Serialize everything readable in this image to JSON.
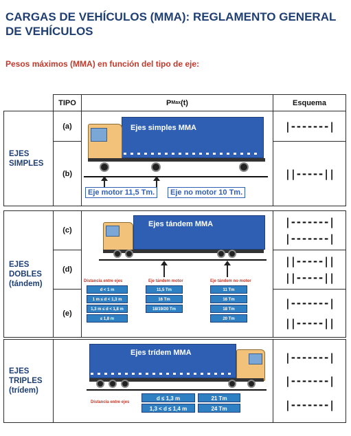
{
  "title": "CARGAS DE VEHÍCULOS (MMA): REGLAMENTO GENERAL DE VEHÍCULOS",
  "subtitle": "Pesos máximos (MMA) en función del tipo de eje:",
  "table": {
    "headers": {
      "tipo": "TIPO",
      "pmax_main": "P",
      "pmax_sub": "Max",
      "pmax_unit": " (t)",
      "esquema": "Esquema"
    },
    "groups": [
      {
        "label": "EJES\nSIMPLES",
        "types": [
          "(a)",
          "(b)"
        ],
        "schemes": [
          [
            "|-------|"
          ],
          [
            "||-----||"
          ]
        ]
      },
      {
        "label": "EJES\nDOBLES\n(tándem)",
        "types": [
          "(c)",
          "(d)",
          "(e)"
        ],
        "schemes": [
          [
            "|-------|",
            "|-------|"
          ],
          [
            "||-----||",
            "||-----||"
          ],
          [
            "|-------|",
            "||-----||"
          ]
        ]
      },
      {
        "label": "EJES\nTRIPLES\n(trídem)",
        "schemes": [
          [
            "|-------|",
            "|-------|",
            "|-------|"
          ]
        ]
      }
    ]
  },
  "illustration_simples": {
    "banner": "Ejes simples MMA",
    "label_motor": "Eje motor 11,5 Tm.",
    "label_no_motor": "Eje no motor 10 Tm."
  },
  "illustration_dobles": {
    "banner": "Ejes tándem MMA",
    "col1_title": "Distancia entre ejes",
    "col2_title": "Eje tándem motor",
    "col3_title": "Eje tándem no motor",
    "col1": [
      "d < 1 m",
      "1 m ≤ d < 1,3 m",
      "1,3 m ≤ d < 1,8 m",
      "≤ 1,8 m"
    ],
    "col2": [
      "11,5 Tm",
      "16 Tm",
      "18/19/20 Tm"
    ],
    "col3": [
      "11 Tm",
      "16 Tm",
      "18 Tm",
      "20 Tm"
    ]
  },
  "illustration_triples": {
    "banner": "Ejes trídem MMA",
    "distance_label": "Distancia entre ejes",
    "rows": [
      {
        "distance": "d ≤ 1,3 m",
        "weight": "21 Tm"
      },
      {
        "distance": "1,3 < d ≤ 1,4 m",
        "weight": "24 Tm"
      }
    ]
  }
}
